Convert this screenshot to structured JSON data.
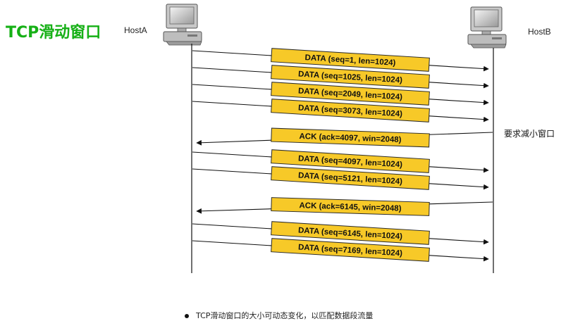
{
  "title": "TCP滑动窗口",
  "hosts": {
    "a_label": "HostA",
    "b_label": "HostB"
  },
  "side_note": "要求减小窗口",
  "bullet": "TCP滑动窗口的大小可动态变化，以匹配数据段流量",
  "colors": {
    "title": "#16b016",
    "message_box": "#f7c928",
    "message_border": "#2a2a2a"
  },
  "messages": [
    {
      "dir": "A→B",
      "text": "DATA (seq=1, len=1024)"
    },
    {
      "dir": "A→B",
      "text": "DATA (seq=1025, len=1024)"
    },
    {
      "dir": "A→B",
      "text": "DATA (seq=2049, len=1024)"
    },
    {
      "dir": "A→B",
      "text": "DATA (seq=3073, len=1024)"
    },
    {
      "dir": "B→A",
      "text": "ACK (ack=4097, win=2048)"
    },
    {
      "dir": "A→B",
      "text": "DATA (seq=4097, len=1024)"
    },
    {
      "dir": "A→B",
      "text": "DATA (seq=5121, len=1024)"
    },
    {
      "dir": "B→A",
      "text": "ACK (ack=6145, win=2048)"
    },
    {
      "dir": "A→B",
      "text": "DATA (seq=6145, len=1024)"
    },
    {
      "dir": "A→B",
      "text": "DATA (seq=7169, len=1024)"
    }
  ]
}
